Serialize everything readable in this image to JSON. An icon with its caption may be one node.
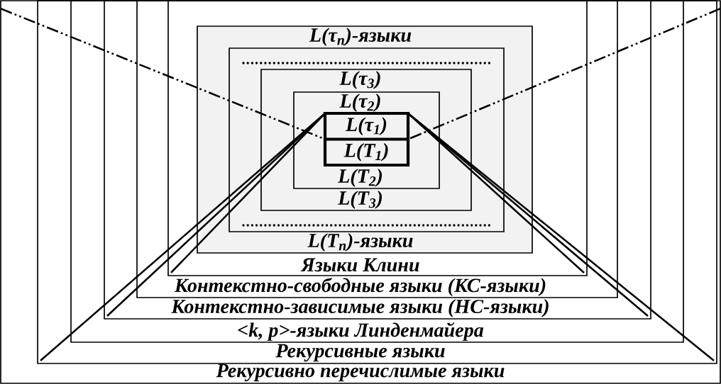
{
  "diagram": {
    "nodes": [
      {
        "text": [
          "Рекурсивно перечислимые языки"
        ]
      },
      {
        "text": [
          "Рекурсивные языки"
        ],
        "in": 0
      },
      {
        "text": [
          "<k, p>-языки Линденмайера"
        ],
        "in": 1
      },
      {
        "text": [
          "Контекстно-зависимые языки (НС-языки)"
        ],
        "in": 2
      },
      {
        "text": [
          "Контекстно-свободные языки (КС-языки)"
        ],
        "in": 3
      },
      {
        "text": [
          "Языки Клини"
        ],
        "in": 4
      },
      {
        "text": [
          "L(τ$_{n}$)-языки",
          "L(T$_{n}$)-языки"
        ],
        "in": 5
      },
      {
        "text": [],
        "shape": "box",
        "in": 6
      },
      {
        "text": [
          "L(τ$_{3}$)",
          "L(T$_{3}$)"
        ],
        "in": 7
      },
      {
        "text": [
          "L(τ$_{2}$)",
          "L(T$_{2}$)"
        ],
        "in": 8
      },
      {
        "text": [
          "L(τ$_{1}$)",
          "L(T$_{1}$)"
        ],
        "in": 9
      }
    ],
    "edges": [
      {
        "from": 0,
        "to": 10,
        "arrow": "none",
        "style": "dashed"
      },
      {
        "from": 0,
        "to": 10,
        "arrow": "none",
        "style": "dashed"
      },
      {
        "from": 10,
        "to": 1,
        "arrow": "none"
      },
      {
        "from": 10,
        "to": 3,
        "arrow": "none"
      },
      {
        "from": 10,
        "to": 5,
        "arrow": "none"
      },
      {
        "from": 10,
        "to": 1,
        "arrow": "none"
      },
      {
        "from": 10,
        "to": 3,
        "arrow": "none"
      },
      {
        "from": 10,
        "to": 5,
        "arrow": "none"
      }
    ]
  }
}
